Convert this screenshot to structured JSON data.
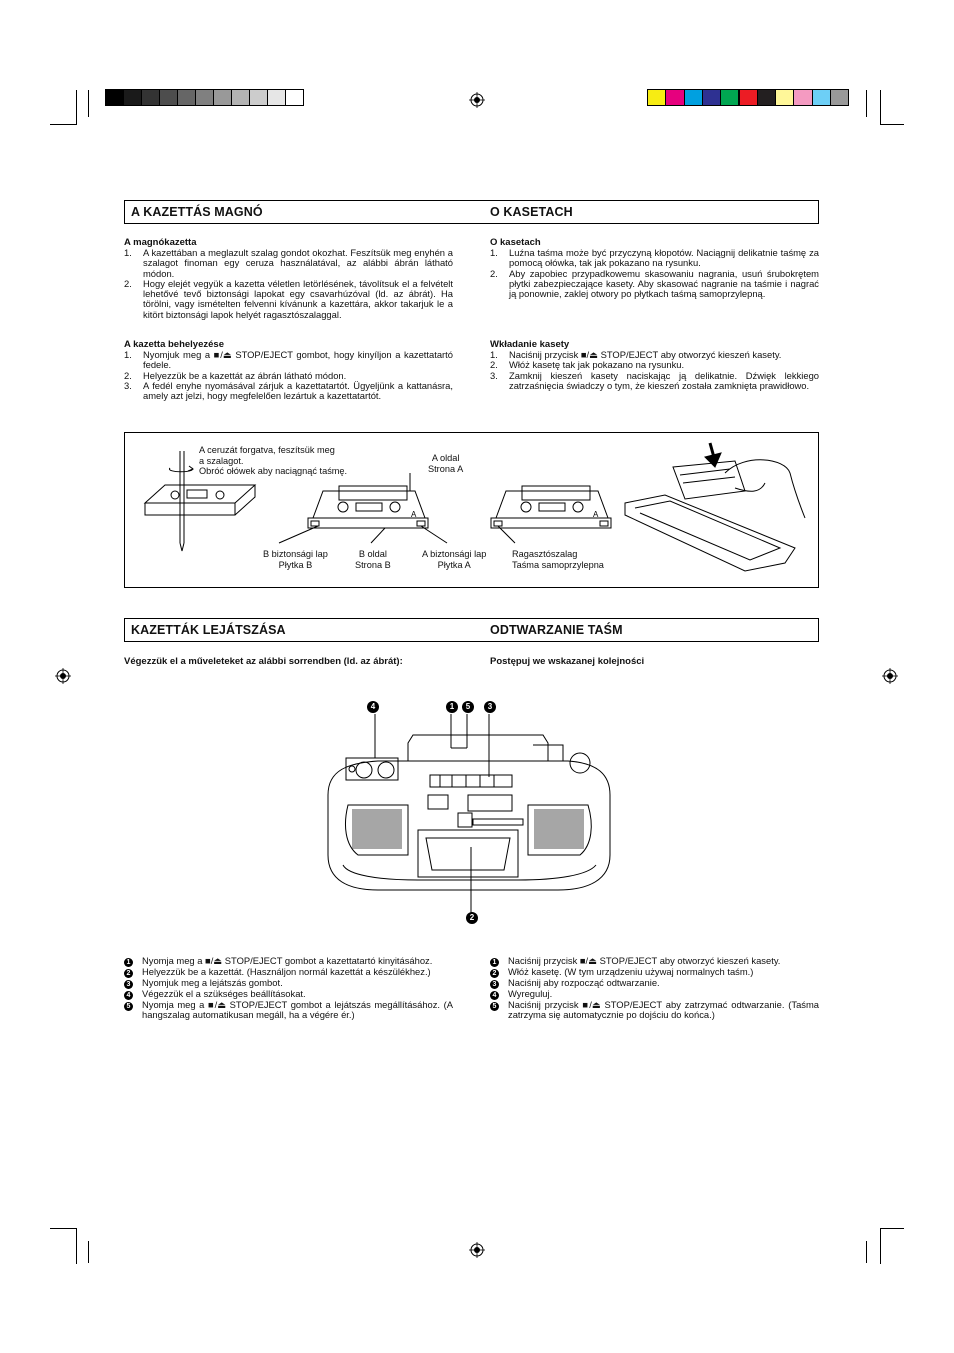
{
  "left_section": {
    "header": "A KAZETTÁS MAGNÓ",
    "subsection1": {
      "title": "A magnókazetta",
      "items": [
        {
          "num": "1.",
          "text": "A kazettában a meglazult szalag gondot okozhat. Feszítsük meg enyhén a szalagot finoman egy ceruza használatával, az alábbi ábrán látható módon."
        },
        {
          "num": "2.",
          "text": "Hogy elejét vegyük a kazetta véletlen letörlésének, távolítsuk el a felvételt lehetővé tevő biztonsági lapokat egy csavarhúzóval (ld. az ábrát). Ha törölni, vagy ismételten felvenni kívánunk a kazettára, akkor takarjuk le a kitört biztonsági lapok helyét ragasztószalaggal."
        }
      ]
    },
    "subsection2": {
      "title": "A kazetta behelyezése",
      "items": [
        {
          "num": "1.",
          "text": "Nyomjuk meg a ■/⏏ STOP/EJECT gombot, hogy kinyíljon a kazettatartó fedele."
        },
        {
          "num": "2.",
          "text": "Helyezzük be a kazettát az ábrán látható módon."
        },
        {
          "num": "3.",
          "text": "A fedél enyhe nyomásával zárjuk a kazettatartót. Ügyeljünk a kattanásra, amely azt jelzi, hogy megfelelően lezártuk a kazettatartót."
        }
      ]
    }
  },
  "right_section": {
    "header": "O KASETACH",
    "subsection1": {
      "title": "O kasetach",
      "items": [
        {
          "num": "1.",
          "text": "Luźna taśma może być przyczyną kłopotów. Naciągnij delikatnie taśmę za pomocą ołówka, tak jak pokazano na rysunku."
        },
        {
          "num": "2.",
          "text": "Aby zapobiec przypadkowemu skasowaniu nagrania, usuń śrubokrętem płytki zabezpieczające kasety. Aby skasować nagranie na taśmie i nagrać ją ponownie, zaklej otwory po płytkach taśmą samoprzylepną."
        }
      ]
    },
    "subsection2": {
      "title": "Wkładanie kasety",
      "items": [
        {
          "num": "1.",
          "text": "Naciśnij przycisk ■/⏏ STOP/EJECT aby otworzyć kieszeń kasety."
        },
        {
          "num": "2.",
          "text": "Włóż kasetę tak jak pokazano na rysunku."
        },
        {
          "num": "3.",
          "text": "Zamknij kieszeń kasety naciskając ją delikatnie. Dźwięk lekkiego zatrzaśnięcia świadczy o tym, że kieszeń została zamknięta prawidłowo."
        }
      ]
    }
  },
  "figure1": {
    "pencil_caption": [
      "A ceruzát forgatva, feszítsük meg",
      "a szalagot.",
      "Obróć ołówek aby naciągnąć taśmę."
    ],
    "side_a_top": [
      "A  oldal",
      "Strona  A"
    ],
    "b_tab": [
      "B  biztonsági lap",
      "Płytka  B"
    ],
    "b_side": [
      "B  oldal",
      "Strona  B"
    ],
    "a_tab": [
      "A  biztonsági lap",
      "Płytka  A"
    ],
    "tape": [
      "Ragasztószalag",
      "Taśma samoprzylepna"
    ],
    "cassette_letter_a": "A"
  },
  "playback_left": {
    "header": "KAZETTÁK LEJÁTSZÁSA",
    "intro": "Végezzük el a műveleteket az alábbi sorrendben (ld. az ábrát):",
    "steps": [
      {
        "num": "1",
        "text": "Nyomja meg a ■/⏏ STOP/EJECT gombot a kazettatartó kinyitásához."
      },
      {
        "num": "2",
        "text": "Helyezzük be a kazettát. (Használjon normál kazettát a készülékhez.)"
      },
      {
        "num": "3",
        "text": "Nyomjuk meg a lejátszás gombot."
      },
      {
        "num": "4",
        "text": "Végezzük el a szükséges beállításokat."
      },
      {
        "num": "5",
        "text": "Nyomja meg a ■/⏏ STOP/EJECT gombot a lejátszás megállításához. (A hangszalag automatikusan megáll, ha a végére ér.)"
      }
    ]
  },
  "playback_right": {
    "header": "ODTWARZANIE TAŚM",
    "intro": "Postępuj we wskazanej kolejności",
    "steps": [
      {
        "num": "1",
        "text": "Naciśnij przycisk ■/⏏ STOP/EJECT aby otworzyć kieszeń kasety."
      },
      {
        "num": "2",
        "text": "Włóż kasetę. (W tym urządzeniu używaj normalnych taśm.)"
      },
      {
        "num": "3",
        "text": "Naciśnij aby rozpocząć odtwarzanie."
      },
      {
        "num": "4",
        "text": "Wyreguluj."
      },
      {
        "num": "5",
        "text": "Naciśnij przycisk ■/⏏ STOP/EJECT aby zatrzymać odtwarzanie. (Taśma zatrzyma się automatycznie po dojściu do końca.)"
      }
    ]
  },
  "figure2": {
    "callouts": [
      "4",
      "1",
      "5",
      "3",
      "2"
    ]
  },
  "colors": {
    "gray_bar": [
      "#000000",
      "#1a1a1a",
      "#333333",
      "#4d4d4d",
      "#666666",
      "#808080",
      "#999999",
      "#b3b3b3",
      "#cccccc",
      "#e6e6e6",
      "#ffffff"
    ],
    "color_bar": [
      "#f7ec13",
      "#e6007e",
      "#00a0e0",
      "#2e3192",
      "#00a651",
      "#ec1c24",
      "#231f20",
      "#fff799",
      "#f49ac1",
      "#6dcff6",
      "#999999"
    ]
  }
}
